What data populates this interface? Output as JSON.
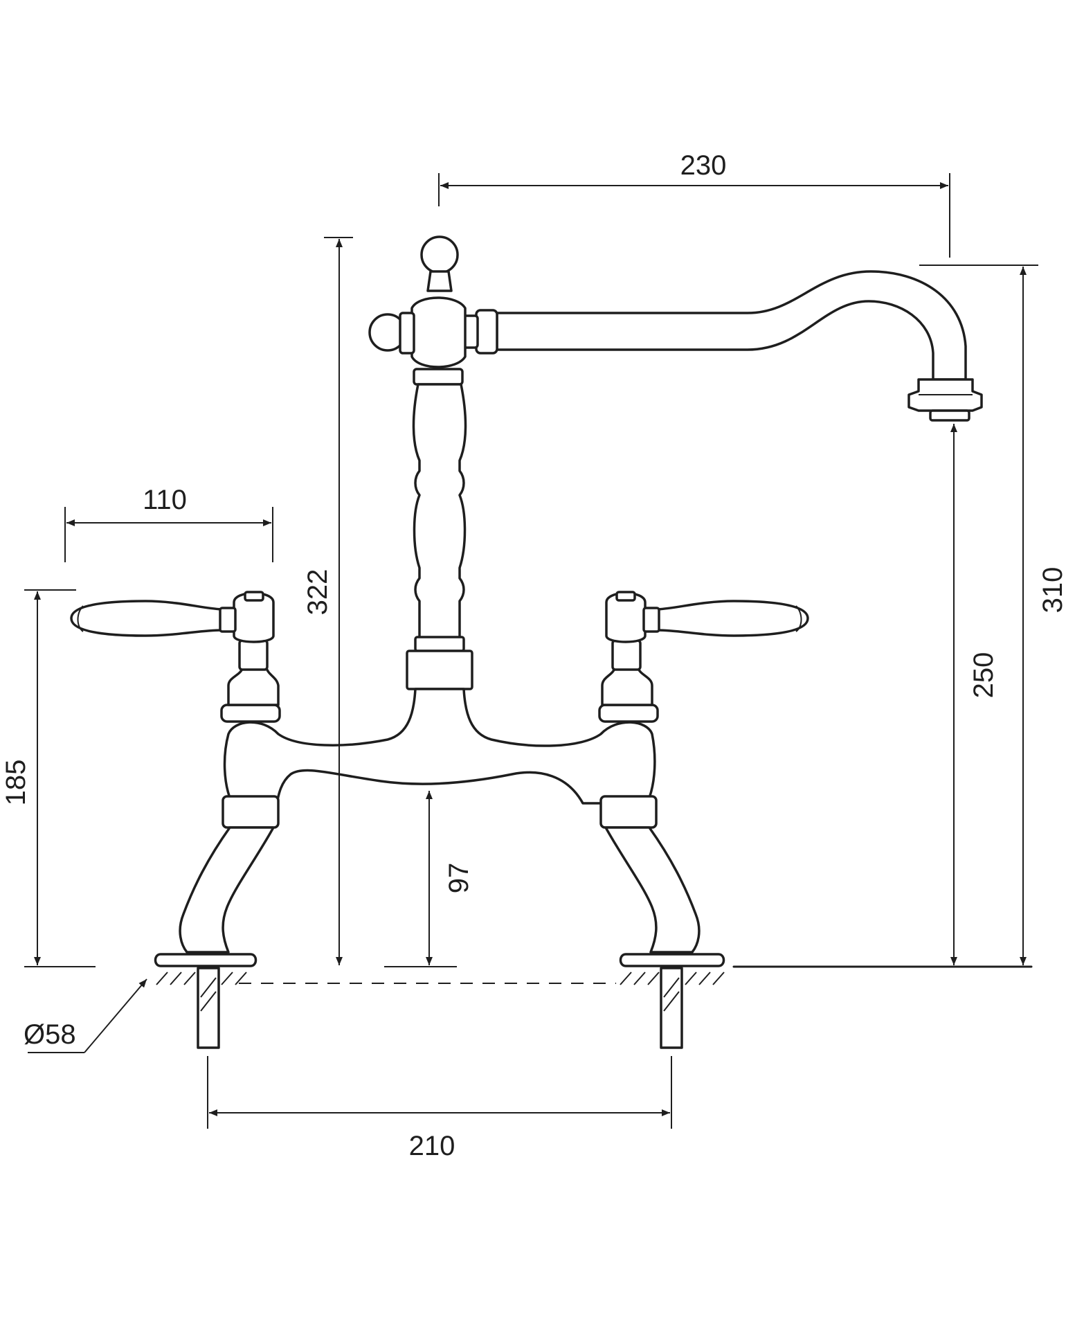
{
  "drawing": {
    "dimensions": {
      "spout_reach": "230",
      "total_height": "322",
      "spout_top_height": "310",
      "spout_outlet_height": "250",
      "lever_span": "110",
      "handle_height": "185",
      "bridge_clearance": "97",
      "base_diameter": "Ø58",
      "tail_centres": "210"
    }
  }
}
